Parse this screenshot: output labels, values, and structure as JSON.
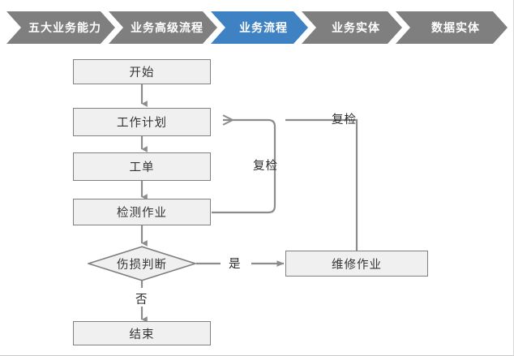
{
  "breadcrumb": {
    "colors": {
      "inactive": "#7f7f7f",
      "active": "#3e82c4",
      "text": "#ffffff"
    },
    "items": [
      {
        "label": "五大业务能力",
        "active": false
      },
      {
        "label": "业务高级流程",
        "active": false
      },
      {
        "label": "业务流程",
        "active": true
      },
      {
        "label": "业务实体",
        "active": false
      },
      {
        "label": "数据实体",
        "active": false
      }
    ]
  },
  "flowchart": {
    "colors": {
      "node_fill": "#f0f0f0",
      "node_border": "#808080",
      "connector": "#8c8c8c",
      "text": "#333333"
    },
    "nodes": [
      {
        "id": "start",
        "label": "开始",
        "shape": "rect"
      },
      {
        "id": "workplan",
        "label": "工作计划",
        "shape": "rect"
      },
      {
        "id": "workorder",
        "label": "工单",
        "shape": "rect"
      },
      {
        "id": "inspection",
        "label": "检测作业",
        "shape": "rect"
      },
      {
        "id": "decision",
        "label": "伤损判断",
        "shape": "diamond"
      },
      {
        "id": "repair",
        "label": "维修作业",
        "shape": "rect"
      },
      {
        "id": "end",
        "label": "结束",
        "shape": "rect"
      }
    ],
    "edge_labels": [
      {
        "id": "recheck-inner",
        "label": "复检"
      },
      {
        "id": "recheck-outer",
        "label": "复检"
      },
      {
        "id": "yes",
        "label": "是"
      },
      {
        "id": "no",
        "label": "否"
      }
    ]
  }
}
